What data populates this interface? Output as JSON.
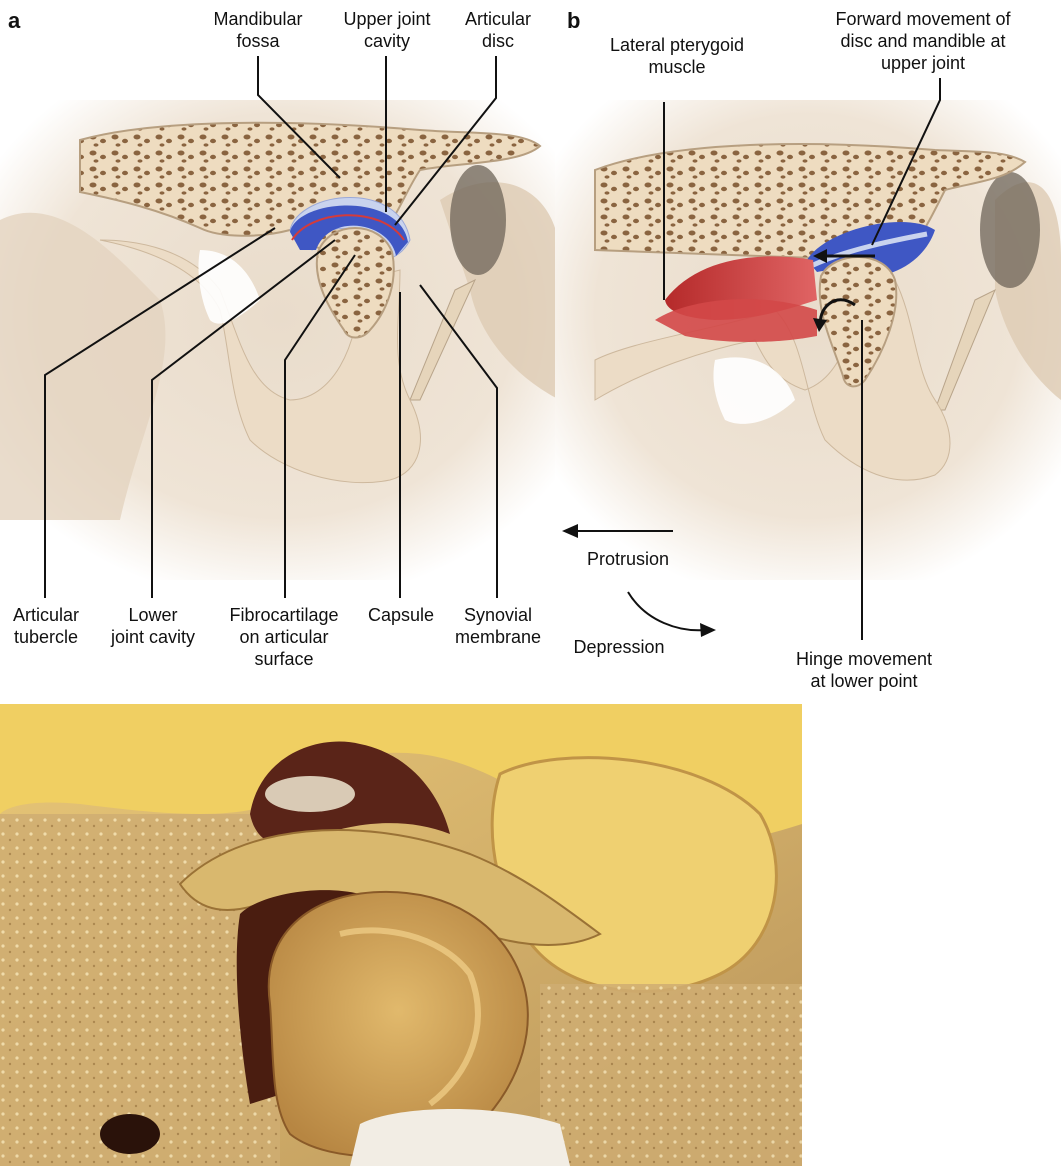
{
  "panels": {
    "a": {
      "letter": "a",
      "labels": {
        "mandibular_fossa": "Mandibular\nfossa",
        "upper_joint_cavity": "Upper joint\ncavity",
        "articular_disc": "Articular\ndisc",
        "articular_tubercle": "Articular\ntubercle",
        "lower_joint_cavity": "Lower\njoint cavity",
        "fibrocartilage": "Fibrocartilage\non articular\nsurface",
        "capsule": "Capsule",
        "synovial_membrane": "Synovial\nmembrane"
      }
    },
    "b": {
      "letter": "b",
      "labels": {
        "lateral_pterygoid": "Lateral pterygoid\nmuscle",
        "forward_movement": "Forward movement of\ndisc and mandible at\nupper joint",
        "protrusion": "Protrusion",
        "depression": "Depression",
        "hinge_movement": "Hinge movement\nat lower point"
      }
    }
  },
  "colors": {
    "bone": "#eedcc0",
    "bone_pores": "#8a6440",
    "disc_blue": "#3f57c4",
    "muscle_red": "#cc3a3a",
    "cartilage": "#c9d3ee",
    "photo_yellow": "#d8b35a"
  }
}
